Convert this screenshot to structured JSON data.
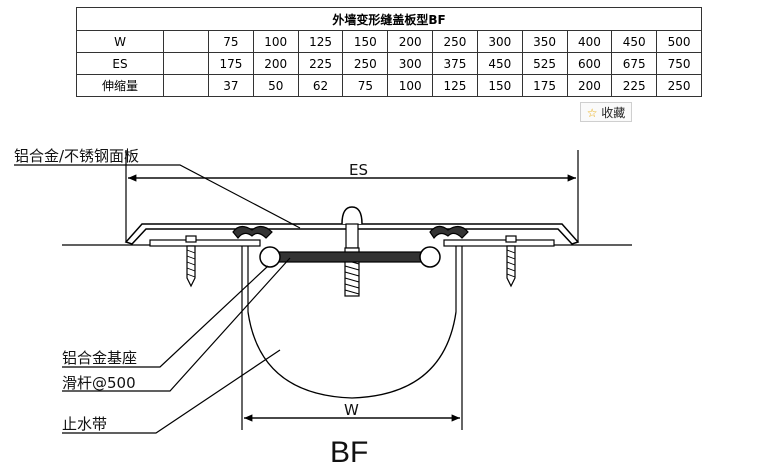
{
  "table": {
    "title": "外墙变形缝盖板型BF",
    "rows": [
      {
        "label": "W",
        "values": [
          "75",
          "100",
          "125",
          "150",
          "200",
          "250",
          "300",
          "350",
          "400",
          "450",
          "500"
        ]
      },
      {
        "label": "ES",
        "values": [
          "175",
          "200",
          "225",
          "250",
          "300",
          "375",
          "450",
          "525",
          "600",
          "675",
          "750"
        ]
      },
      {
        "label": "伸缩量",
        "values": [
          "37",
          "50",
          "62",
          "75",
          "100",
          "125",
          "150",
          "175",
          "200",
          "225",
          "250"
        ]
      }
    ]
  },
  "favorite": {
    "label": "收藏",
    "icon": "star-icon"
  },
  "diagram": {
    "labels": {
      "cover": "铝合金/不锈钢面板",
      "base": "铝合金基座",
      "rod": "滑杆@500",
      "waterstop": "止水带"
    },
    "dim_es": "ES",
    "dim_w": "W",
    "model": "BF"
  }
}
